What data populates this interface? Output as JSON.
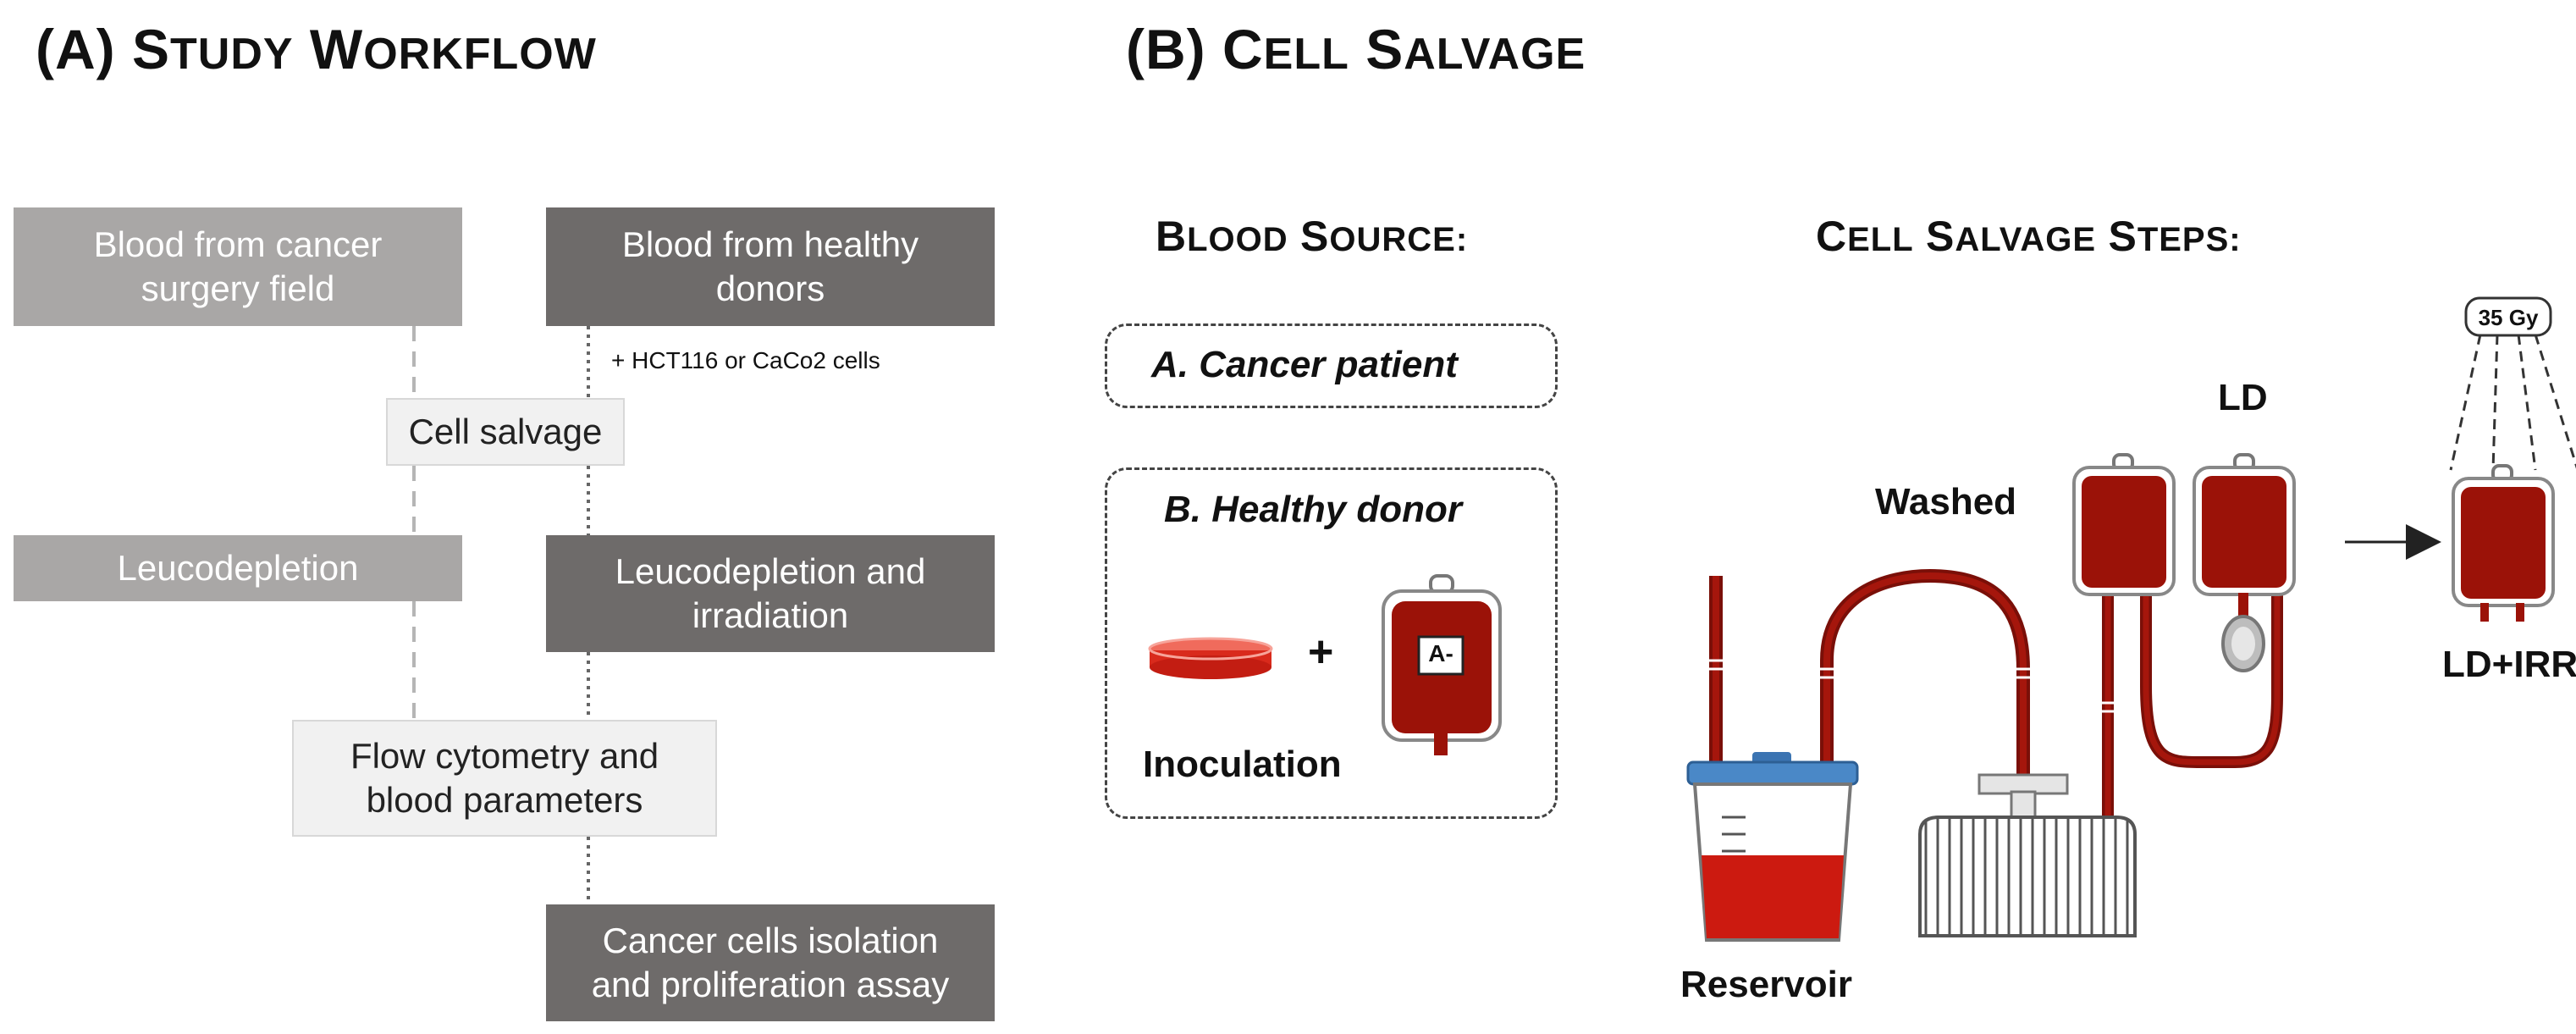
{
  "panelA": {
    "title_prefix": "(A) ",
    "title_w1_first": "S",
    "title_w1_rest": "TUDY",
    "title_w2_first": "W",
    "title_w2_rest": "ORKFLOW",
    "box_cancer_l1": "Blood from cancer",
    "box_cancer_l2": "surgery field",
    "box_healthy_l1": "Blood from healthy",
    "box_healthy_l2": "donors",
    "note_cells": "+ HCT116 or CaCo2 cells",
    "box_salvage": "Cell salvage",
    "box_leuco": "Leucodepletion",
    "box_leuco_irr_l1": "Leucodepletion and",
    "box_leuco_irr_l2": "irradiation",
    "box_flow_l1": "Flow cytometry and",
    "box_flow_l2": "blood parameters",
    "box_isolation_l1": "Cancer cells isolation",
    "box_isolation_l2": "and proliferation assay"
  },
  "panelB": {
    "title_prefix": "(B) ",
    "title_w1_first": "C",
    "title_w1_rest": "ELL",
    "title_w2_first": "S",
    "title_w2_rest": "ALVAGE",
    "source_heading_w1_first": "B",
    "source_heading_w1_rest": "LOOD",
    "source_heading_w2_first": "S",
    "source_heading_w2_rest": "OURCE:",
    "steps_heading_w1_first": "C",
    "steps_heading_w1_rest": "ELL",
    "steps_heading_w2_first": "S",
    "steps_heading_w2_rest": "ALVAGE",
    "steps_heading_w3_first": "S",
    "steps_heading_w3_rest": "TEPS:",
    "source_a": "A. Cancer patient",
    "source_b": "B. Healthy donor",
    "plus": "+",
    "bag_label": "A-",
    "inoculation": "Inoculation",
    "label_ld": "LD",
    "label_washed": "Washed",
    "label_dose": "35 Gy",
    "label_ld_irr": "LD+IRR",
    "label_reservoir": "Reservoir"
  },
  "colors": {
    "grey_box": "#a9a7a6",
    "dark_box": "#6e6b6a",
    "blood_red": "#9b1208",
    "reservoir_red": "#cc1a10",
    "lid_blue": "#4a88c7"
  }
}
